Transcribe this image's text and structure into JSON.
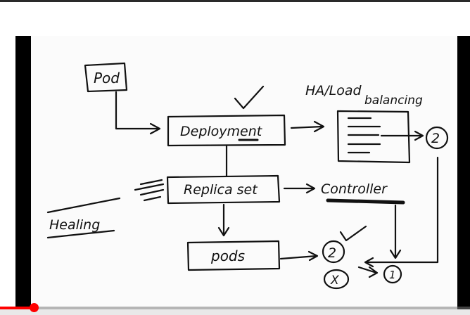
{
  "diagram": {
    "nodes": {
      "pod": "Pod",
      "deployment": "Deployment",
      "replicaset": "Replica set",
      "pods": "pods",
      "ha_line1": "HA/Load",
      "ha_line2": "balancing",
      "controller": "Controller",
      "healing": "Healing",
      "count_two_top": "2",
      "count_two_bottom": "2",
      "count_x": "X",
      "count_one": "1"
    }
  },
  "player": {
    "progress_fraction": 0.072,
    "progress_color": "#ff0000"
  }
}
